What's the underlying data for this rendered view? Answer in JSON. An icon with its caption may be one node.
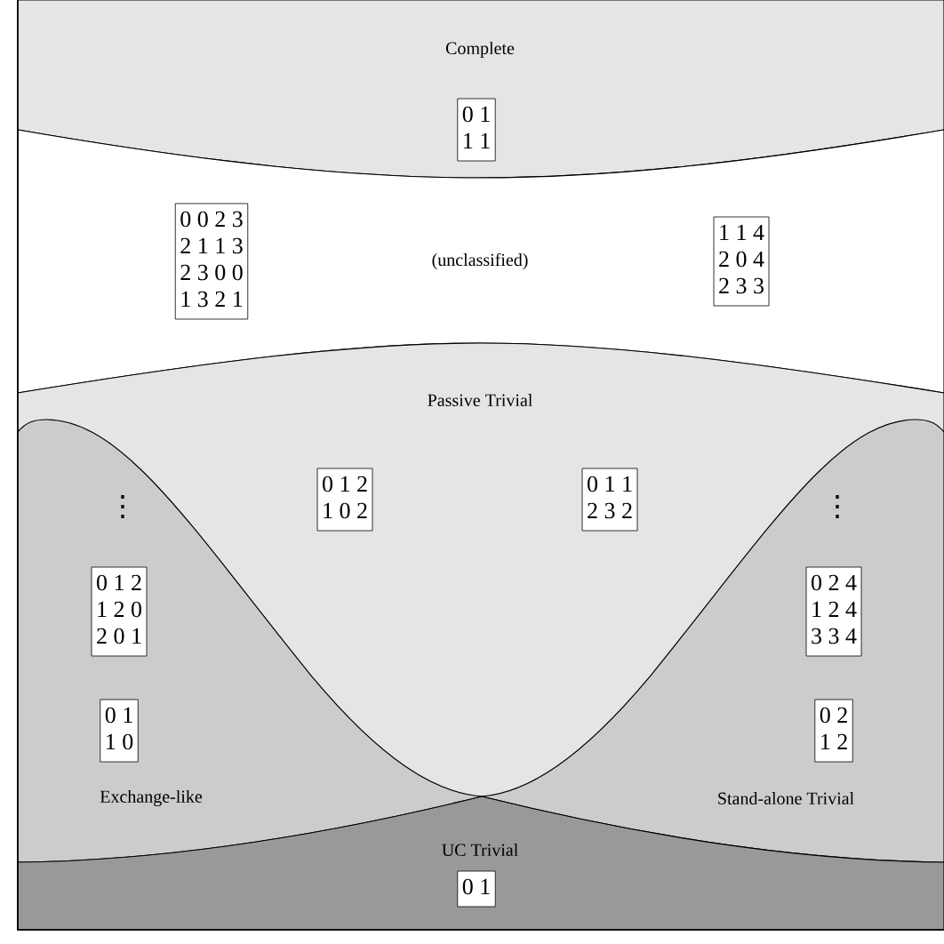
{
  "diagram": {
    "nodes": [
      {
        "text": [
          "Complete"
        ]
      },
      {
        "text": [
          "0 1",
          "1 1"
        ],
        "in": 0
      },
      {
        "text": [
          "(unclassified)"
        ]
      },
      {
        "text": [
          "0 0 2 3",
          "2 1 1 3",
          "2 3 0 0",
          "1 3 2 1"
        ],
        "in": 2
      },
      {
        "text": [
          "1 1 4",
          "2 0 4",
          "2 3 3"
        ],
        "in": 2
      },
      {
        "text": [
          "Passive Trivial"
        ]
      },
      {
        "text": [
          "0 1 2",
          "1 0 2"
        ],
        "in": 5
      },
      {
        "text": [
          "0 1 1",
          "2 3 2"
        ],
        "in": 5
      },
      {
        "text": [
          "Exchange-like"
        ],
        "in": 5
      },
      {
        "text": [
          "0 1 2",
          "1 2 0",
          "2 0 1"
        ],
        "in": 8
      },
      {
        "text": [
          "0 1",
          "1 0"
        ],
        "in": 8
      },
      {
        "text": [
          "Stand-alone Trivial"
        ],
        "in": 5
      },
      {
        "text": [
          "0 2 4",
          "1 2 4",
          "3 3 4"
        ],
        "in": 11
      },
      {
        "text": [
          "0 2",
          "1 2"
        ],
        "in": 11
      },
      {
        "text": [
          "UC Trivial"
        ],
        "in": 5
      },
      {
        "text": [
          "0 1"
        ],
        "in": 14
      }
    ],
    "labels": [
      "⋮",
      "⋮"
    ]
  }
}
